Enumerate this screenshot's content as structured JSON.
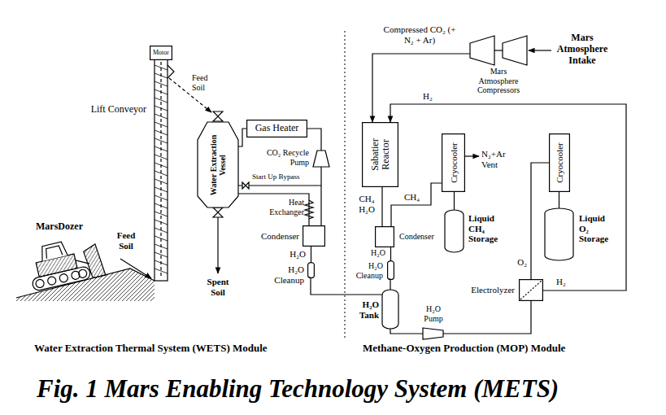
{
  "diagram": {
    "caption": "Fig. 1 Mars Enabling Technology System (METS)",
    "nodes": [
      {
        "text": [
          "Motor"
        ]
      },
      {
        "text": [
          "Water Extraction Vessel"
        ]
      },
      {
        "text": [
          "Gas Heater"
        ]
      },
      {
        "text": [
          "CO₂ Recycle Pump"
        ]
      },
      {
        "text": [
          "Condenser"
        ]
      },
      {
        "text": [
          "H₂O Cleanup"
        ]
      },
      {
        "text": [
          "Mars Atmosphere Compressors"
        ]
      },
      {
        "text": [
          "Sabatier Reactor"
        ]
      },
      {
        "text": [
          "Cryocooler"
        ]
      },
      {
        "text": [
          "Liquid CH₄ Storage"
        ]
      },
      {
        "text": [
          "Cryocooler"
        ]
      },
      {
        "text": [
          "Liquid O₂ Storage"
        ]
      },
      {
        "text": [
          "Condenser"
        ]
      },
      {
        "text": [
          "H₂O Cleanup"
        ]
      },
      {
        "text": [
          "H₂O Tank"
        ]
      },
      {
        "text": [
          "H₂O Pump"
        ]
      },
      {
        "text": [
          "Electrolyzer"
        ]
      }
    ],
    "edges": [
      {
        "from": 2,
        "to": 1,
        "arrow": "none"
      },
      {
        "from": 1,
        "to": 4,
        "arrow": "none"
      },
      {
        "from": 4,
        "to": 3,
        "arrow": "none"
      },
      {
        "from": 3,
        "to": 2,
        "arrow": "none"
      },
      {
        "from": 4,
        "to": 5,
        "label": "H₂O",
        "arrow": "none"
      },
      {
        "from": 5,
        "to": 14,
        "arrow": "none"
      },
      {
        "from": 6,
        "to": 7,
        "label": "Compressed CO₂ (+ N₂ + Ar)",
        "arrow": "to"
      },
      {
        "from": 16,
        "to": 7,
        "label": "H₂",
        "arrow": "to"
      },
      {
        "from": 7,
        "to": 12,
        "label": "CH₄ H₂O",
        "arrow": "none"
      },
      {
        "from": 12,
        "to": 8,
        "label": "CH₄",
        "arrow": "none"
      },
      {
        "from": 8,
        "to": 9,
        "arrow": "none"
      },
      {
        "from": 12,
        "to": 13,
        "label": "H₂O",
        "arrow": "none"
      },
      {
        "from": 13,
        "to": 14,
        "arrow": "none"
      },
      {
        "from": 14,
        "to": 15,
        "arrow": "none"
      },
      {
        "from": 15,
        "to": 16,
        "arrow": "none"
      },
      {
        "from": 16,
        "to": 10,
        "label": "O₂",
        "arrow": "none"
      },
      {
        "from": 10,
        "to": 11,
        "arrow": "none"
      }
    ],
    "labels": [
      "Lift Conveyor",
      "Feed Soil",
      "MarsDozer",
      "Feed Soil",
      "Spent Soil",
      "Start Up Bypass",
      "Heat Exchanger",
      "Mars Atmosphere Intake",
      "N₂+Ar Vent",
      "H₂",
      "Water Extraction Thermal System (WETS) Module",
      "Methane-Oxygen Production (MOP) Module"
    ]
  }
}
